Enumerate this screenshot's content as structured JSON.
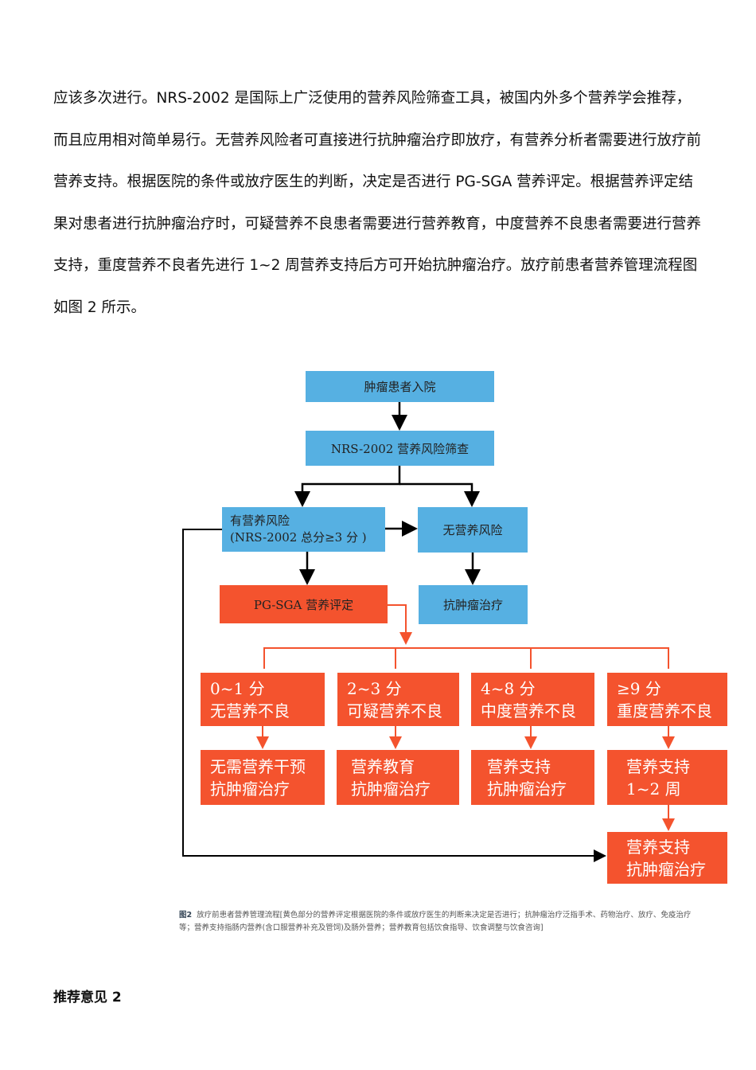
{
  "paragraph": [
    "应该多次进行。NRS-2002 是国际上广泛使用的营养风险筛查工具，被国内外多个营养学会推荐，",
    "而且应用相对简单易行。无营养风险者可直接进行抗肿瘤治疗即放疗，有营养分析者需要进行放疗前",
    "营养支持。根据医院的条件或放疗医生的判断，决定是否进行 PG-SGA 营养评定。根据营养评定结",
    "果对患者进行抗肿瘤治疗时，可疑营养不良患者需要进行营养教育，中度营养不良患者需要进行营养",
    "支持，重度营养不良者先进行 1~2 周营养支持后方可开始抗肿瘤治疗。放疗前患者营养管理流程图",
    "如图 2 所示。"
  ],
  "flow": {
    "admit": "肿瘤患者入院",
    "screen": "NRS-2002 营养风险筛查",
    "risk_l1": "有营养风险",
    "risk_l2": "(NRS-2002 总分≥3 分 )",
    "norisk": "无营养风险",
    "assess": "PG-SGA 营养评定",
    "treat": "抗肿瘤治疗",
    "scores": [
      {
        "l1": "0~1 分",
        "l2": "无营养不良"
      },
      {
        "l1": "2~3 分",
        "l2": "可疑营养不良"
      },
      {
        "l1": "4~8 分",
        "l2": "中度营养不良"
      },
      {
        "l1": "≥9 分",
        "l2": "重度营养不良"
      }
    ],
    "actions": [
      {
        "l1": "无需营养干预",
        "l2": "抗肿瘤治疗"
      },
      {
        "l1": "营养教育",
        "l2": "抗肿瘤治疗"
      },
      {
        "l1": "营养支持",
        "l2": "抗肿瘤治疗"
      },
      {
        "l1": "营养支持",
        "l2": "1~2 周"
      }
    ],
    "final": {
      "l1": "营养支持",
      "l2": "抗肿瘤治疗"
    },
    "colors": {
      "blue": "#56b0e2",
      "orange": "#f4532e"
    }
  },
  "caption": {
    "label": "图2",
    "text": "放疗前患者营养管理流程[黄色部分的营养评定根据医院的条件或放疗医生的判断来决定是否进行；抗肿瘤治疗泛指手术、药物治疗、放疗、免疫治疗等；营养支持指肠内营养(含口服营养补充及管饲)及肠外营养；营养教育包括饮食指导、饮食调整与饮食咨询]"
  },
  "heading": "推荐意见 2"
}
